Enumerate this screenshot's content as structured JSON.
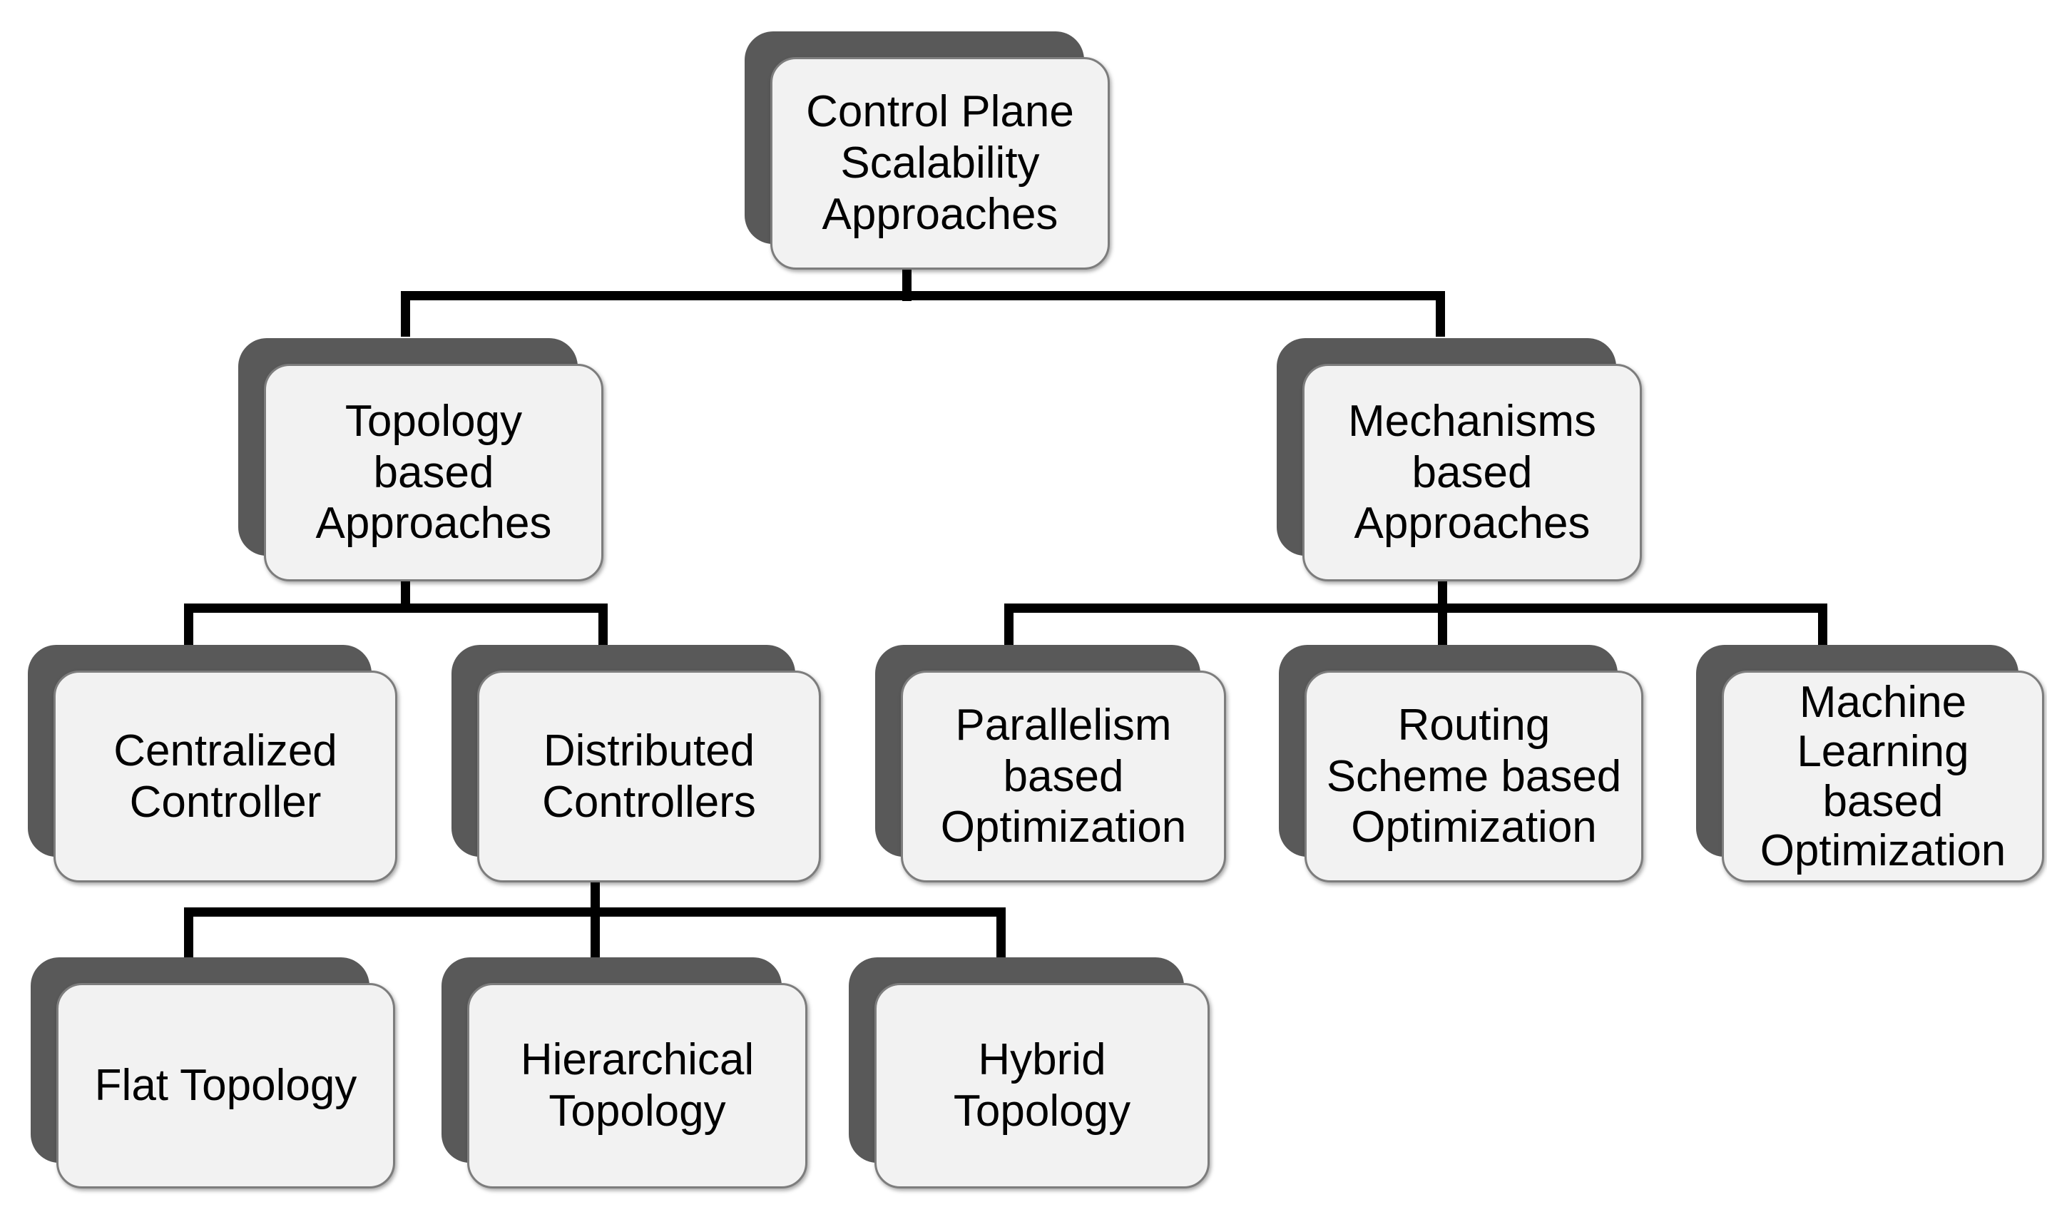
{
  "diagram": {
    "title": "Control Plane Scalability Approaches taxonomy",
    "type": "tree"
  },
  "colors": {
    "background": "#ffffff",
    "box_fill": "#f2f2f2",
    "box_border": "#7d7d7d",
    "box_shadow_color": "#595959",
    "connector": "#000000",
    "text": "#000000"
  },
  "nodes": {
    "root": {
      "label": "Control Plane\nScalability\nApproaches"
    },
    "topology": {
      "label": "Topology\nbased\nApproaches"
    },
    "mechanisms": {
      "label": "Mechanisms\nbased\nApproaches"
    },
    "centralized": {
      "label": "Centralized\nController"
    },
    "distributed": {
      "label": "Distributed\nControllers"
    },
    "parallelism": {
      "label": "Parallelism\nbased\nOptimization"
    },
    "routing": {
      "label": "Routing\nScheme based\nOptimization"
    },
    "ml": {
      "label": "Machine\nLearning\nbased\nOptimization"
    },
    "flat": {
      "label": "Flat Topology"
    },
    "hierarchical": {
      "label": "Hierarchical\nTopology"
    },
    "hybrid": {
      "label": "Hybrid\nTopology"
    }
  },
  "edges": [
    {
      "from": "root",
      "to": "topology"
    },
    {
      "from": "root",
      "to": "mechanisms"
    },
    {
      "from": "topology",
      "to": "centralized"
    },
    {
      "from": "topology",
      "to": "distributed"
    },
    {
      "from": "mechanisms",
      "to": "parallelism"
    },
    {
      "from": "mechanisms",
      "to": "routing"
    },
    {
      "from": "mechanisms",
      "to": "ml"
    },
    {
      "from": "distributed",
      "to": "flat"
    },
    {
      "from": "distributed",
      "to": "hierarchical"
    },
    {
      "from": "distributed",
      "to": "hybrid"
    }
  ]
}
